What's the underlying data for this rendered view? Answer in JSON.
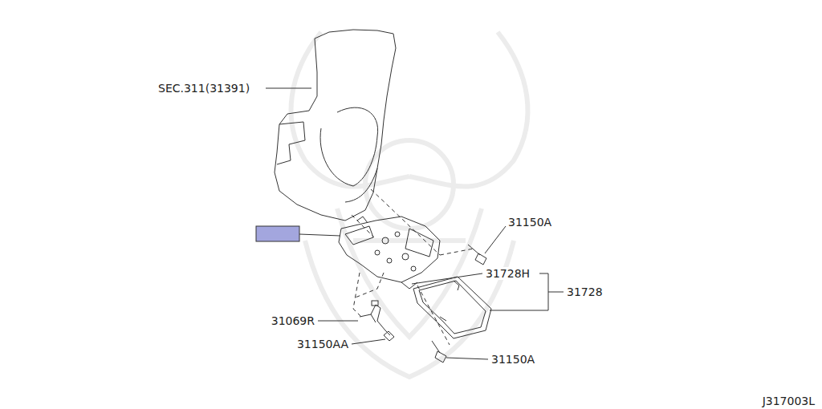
{
  "diagram": {
    "labels": [
      "SEC.311(31391)",
      "31150A",
      "31728H",
      "31728",
      "31069R",
      "31150AA",
      "31150A",
      "J317003L"
    ]
  }
}
